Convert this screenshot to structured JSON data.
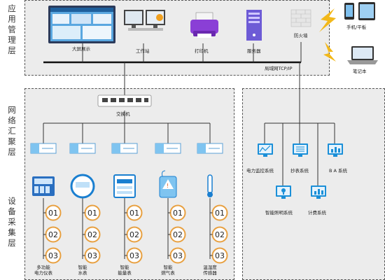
{
  "layers": {
    "management": "应用管理层",
    "network": "网络汇聚层",
    "collection": "设备采集层"
  },
  "devices": {
    "big_screen": "大屏展示",
    "workstation": "工作站",
    "printer": "打印机",
    "server": "服务器",
    "firewall": "防火墙",
    "mobile": "手机/平板",
    "laptop": "笔记本",
    "lan": "局域网TCP/IP",
    "switch": "交换机"
  },
  "meters": [
    {
      "label": "多功能\n电力仪表"
    },
    {
      "label": "智能\n水表"
    },
    {
      "label": "智能\n能量表"
    },
    {
      "label": "智能\n燃气表"
    },
    {
      "label": "温湿度\n传感器"
    }
  ],
  "meter_nodes": [
    "01",
    "02",
    "03"
  ],
  "systems": {
    "power_monitor": "电力监控系统",
    "meter_reading": "抄表系统",
    "ba": "B A 系统",
    "smart_lighting": "智能照明系统",
    "billing": "计费系统"
  },
  "colors": {
    "accent": "#1a8fd8",
    "node_orange": "#e8a040",
    "bolt": "#f2b81a",
    "panel": "#ececec"
  }
}
